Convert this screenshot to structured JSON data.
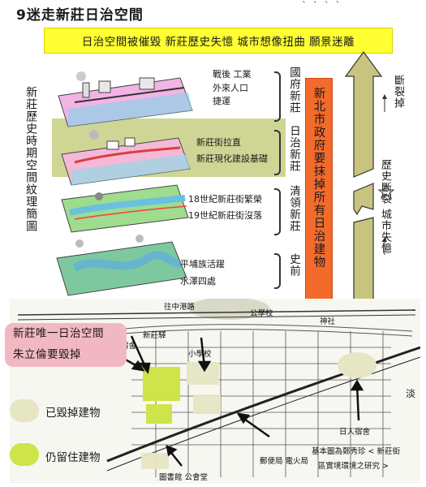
{
  "title": "9迷走新莊日治空間",
  "top_right_marks": "ˋ  ˋ  ˋ  ˋ",
  "banner": "日治空間被催毀  新莊歷史失憶  城市想像扭曲  願景迷離",
  "left_vertical_title": "新莊歷史時期空間紋理簡圖",
  "layers": [
    {
      "labels": [
        "戰後 工業",
        "外來人口",
        "捷運"
      ],
      "era": "國府新莊"
    },
    {
      "labels": [
        "新莊街拉直",
        "新莊現化建設基礎"
      ],
      "era": "日治新莊"
    },
    {
      "labels": [
        "18世紀新莊街繁榮",
        "19世紀新莊街沒落"
      ],
      "era": "清領新莊"
    },
    {
      "labels": [
        "平埔族活躍",
        "水澤四處"
      ],
      "era": "史前"
    }
  ],
  "orange_banner": "新北市政府要抹掉所有日治建物",
  "right_side": {
    "top": "斷裂掉",
    "bottom": "歷史斷裂 城市失憶"
  },
  "pink_label": [
    "新莊唯一日治空間",
    "朱立倫要毀掉"
  ],
  "legend": [
    {
      "label": "已毀掉建物",
      "color": "#e6e6c4"
    },
    {
      "label": "仍留住建物",
      "color": "#cfe34a"
    }
  ],
  "map_labels": {
    "road_top": "往中港路",
    "park": "公學校",
    "shrine": "神社",
    "dorm1": "日人宿舍",
    "small_school": "小學校",
    "dorm2": "日人宿舍",
    "post": "郵便局 電火局",
    "library": "圖書館 公會堂",
    "top_name": "新莊驛",
    "credit1": "基本圖為鄭秀珍 < 新莊街",
    "credit2": "區實境環境之研究 >",
    "corner": "淡"
  }
}
